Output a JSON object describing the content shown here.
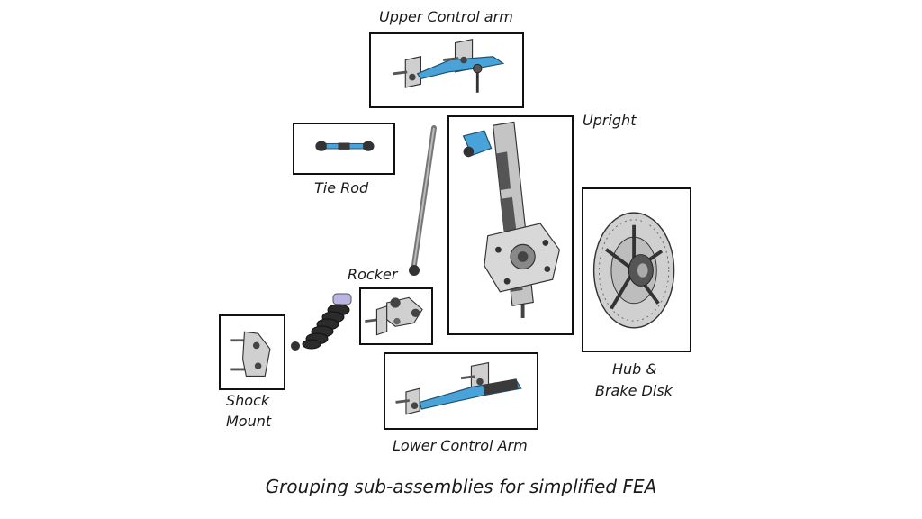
{
  "labels": {
    "upper_control_arm": "Upper Control arm",
    "upright": "Upright",
    "tie_rod": "Tie Rod",
    "rocker": "Rocker",
    "hub_brake_line1": "Hub &",
    "hub_brake_line2": "Brake Disk",
    "shock_mount_line1": "Shock",
    "shock_mount_line2": "Mount",
    "lower_control_arm": "Lower Control Arm"
  },
  "caption": "Grouping sub-assemblies for simplified FEA",
  "colors": {
    "accent_blue": "#4aa3d8",
    "metal_gray": "#9a9a9a",
    "dark_metal": "#3a3a3a",
    "box_border": "#111111"
  }
}
